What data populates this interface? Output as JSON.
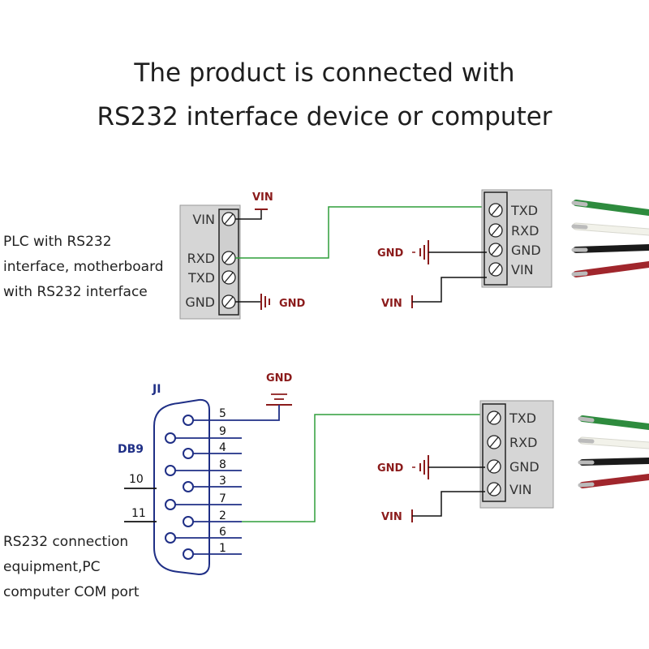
{
  "title": {
    "line1": "The product is connected with",
    "line2": "RS232 interface device or computer"
  },
  "top_section": {
    "description": [
      "PLC with RS232",
      "interface, motherboard",
      "with RS232 interface"
    ],
    "left_block_pins": [
      "VIN",
      "RXD",
      "TXD",
      "GND"
    ],
    "vin_label": "VIN",
    "gnd_label": "GND",
    "module_pins": [
      "TXD",
      "RXD",
      "GND",
      "VIN"
    ],
    "module_gnd_label": "GND",
    "module_vin_label": "VIN"
  },
  "bottom_section": {
    "description": [
      "RS232 connection",
      "equipment,PC",
      "computer COM port"
    ],
    "connector_ref": "JI",
    "connector_type": "DB9",
    "gnd_label": "GND",
    "pin_labels_right": [
      "5",
      "9",
      "4",
      "8",
      "3",
      "7",
      "2",
      "6",
      "1"
    ],
    "pin_labels_left": [
      "10",
      "11"
    ],
    "module_pins": [
      "TXD",
      "RXD",
      "GND",
      "VIN"
    ],
    "module_gnd_label": "GND",
    "module_vin_label": "VIN"
  },
  "colors": {
    "wire_green": "#2f9e3a",
    "power_red": "#8b1b1b",
    "db9_blue": "#1f2f86",
    "block_fill": "#d6d6d6",
    "cable_green": "#2e8b3e",
    "cable_white": "#f2f2ea",
    "cable_black": "#1a1a1a",
    "cable_red": "#a0262c"
  }
}
